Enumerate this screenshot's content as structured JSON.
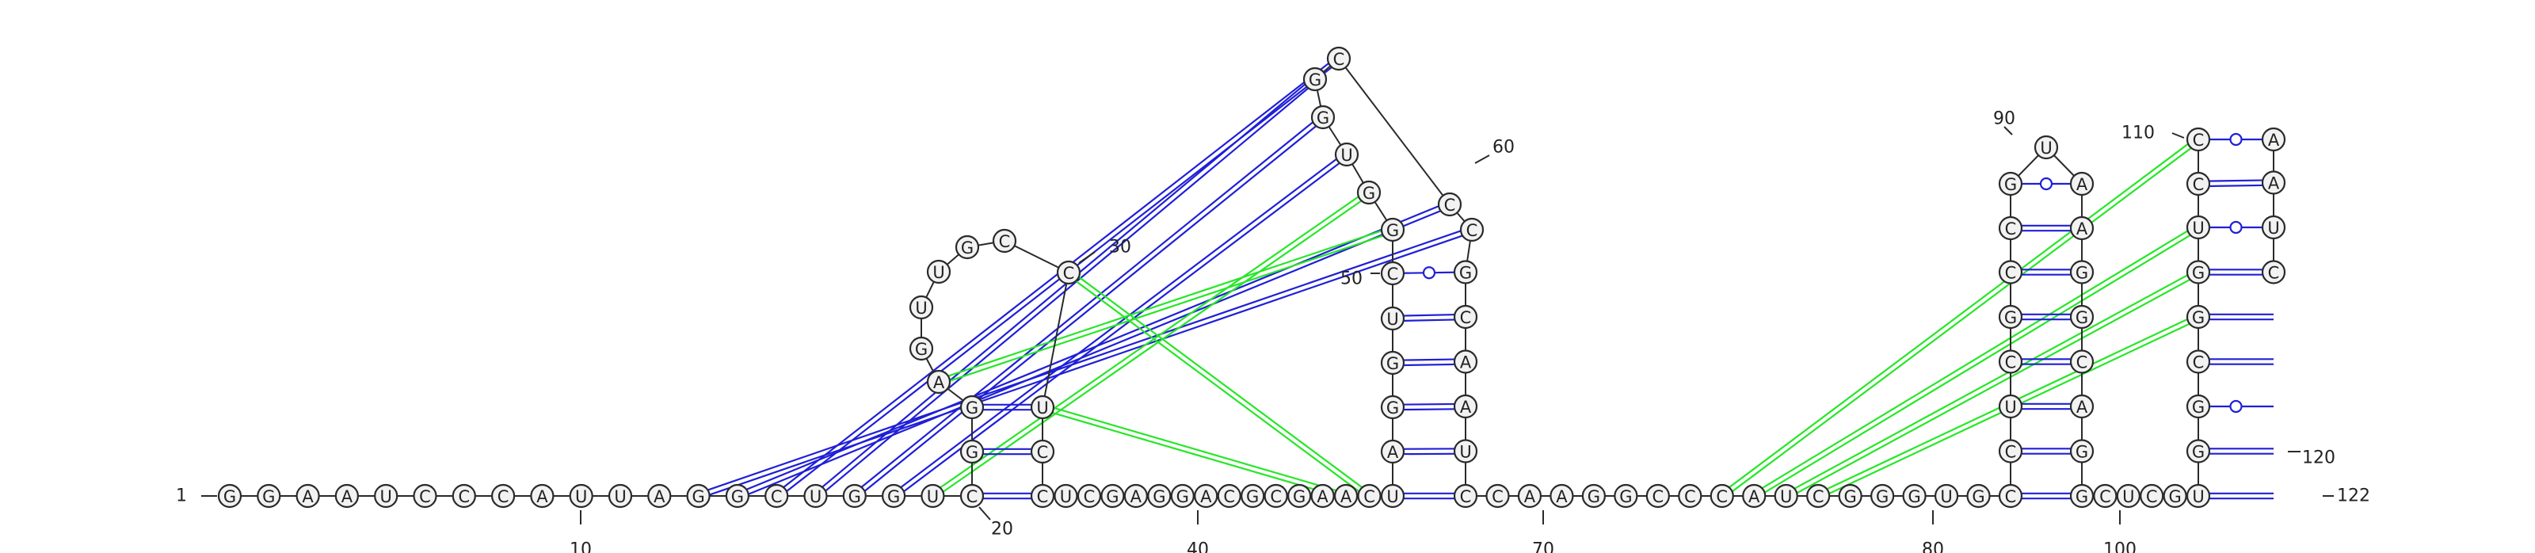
{
  "colors": {
    "canonical": "#1f1fd8",
    "wobble": "#1f1fd8",
    "pseudoknot": "#27e627",
    "blue_pk": "#1f1fd8",
    "backbone": "#2a2a2a",
    "node_fill": "#f2f2f2"
  },
  "sequence": "GGAAUCCCAUUAGGCUGGUCGGAGUUGCCUCCUCGAGGACGCGAACUAGGUCGGUGGCCCGCAAUCCAAGGCCCAUCGGGUGCCUCGCCGUAAGGCAGGCUCGUGGCGGUCCAAUC",
  "number_labels": [
    {
      "n": 1,
      "text": "1"
    },
    {
      "n": 10,
      "text": "10"
    },
    {
      "n": 20,
      "text": "20"
    },
    {
      "n": 30,
      "text": "30"
    },
    {
      "n": 40,
      "text": "40"
    },
    {
      "n": 50,
      "text": "50"
    },
    {
      "n": 60,
      "text": "60"
    },
    {
      "n": 70,
      "text": "70"
    },
    {
      "n": 80,
      "text": "80"
    },
    {
      "n": 90,
      "text": "90"
    },
    {
      "n": 100,
      "text": "100"
    },
    {
      "n": 110,
      "text": "110"
    },
    {
      "n": 120,
      "text": "120"
    },
    {
      "n": 122,
      "text": "122"
    }
  ],
  "pairs": [
    {
      "i": 20,
      "j": 32,
      "type": "canonical"
    },
    {
      "i": 21,
      "j": 31,
      "type": "canonical"
    },
    {
      "i": 22,
      "j": 30,
      "type": "canonical"
    },
    {
      "i": 47,
      "j": 66,
      "type": "canonical"
    },
    {
      "i": 48,
      "j": 65,
      "type": "canonical"
    },
    {
      "i": 49,
      "j": 64,
      "type": "canonical"
    },
    {
      "i": 50,
      "j": 63,
      "type": "canonical"
    },
    {
      "i": 51,
      "j": 62,
      "type": "canonical"
    },
    {
      "i": 52,
      "j": 61,
      "type": "wobble"
    },
    {
      "i": 83,
      "j": 99,
      "type": "canonical"
    },
    {
      "i": 84,
      "j": 98,
      "type": "canonical"
    },
    {
      "i": 85,
      "j": 97,
      "type": "canonical"
    },
    {
      "i": 86,
      "j": 96,
      "type": "canonical"
    },
    {
      "i": 87,
      "j": 95,
      "type": "canonical"
    },
    {
      "i": 88,
      "j": 94,
      "type": "canonical"
    },
    {
      "i": 89,
      "j": 93,
      "type": "canonical"
    },
    {
      "i": 90,
      "j": 92,
      "type": "wobble"
    },
    {
      "i": 104,
      "j": 121,
      "type": "canonical"
    },
    {
      "i": 105,
      "j": 120,
      "type": "canonical"
    },
    {
      "i": 106,
      "j": 119,
      "type": "wobble"
    },
    {
      "i": 107,
      "j": 118,
      "type": "canonical"
    },
    {
      "i": 108,
      "j": 117,
      "type": "canonical"
    },
    {
      "i": 109,
      "j": 116,
      "type": "canonical"
    },
    {
      "i": 110,
      "j": 115,
      "type": "wobble"
    },
    {
      "i": 111,
      "j": 114,
      "type": "canonical"
    },
    {
      "i": 112,
      "j": 113,
      "type": "wobble"
    }
  ],
  "pseudoknots": [
    {
      "i": 13,
      "j": 60,
      "type": "blue_pk"
    },
    {
      "i": 14,
      "j": 59,
      "type": "blue_pk"
    },
    {
      "i": 15,
      "j": 58,
      "type": "blue_pk"
    },
    {
      "i": 16,
      "j": 57,
      "type": "blue_pk"
    },
    {
      "i": 17,
      "j": 56,
      "type": "blue_pk"
    },
    {
      "i": 18,
      "j": 55,
      "type": "blue_pk"
    },
    {
      "i": 19,
      "j": 54,
      "type": "pseudoknot"
    },
    {
      "i": 23,
      "j": 53,
      "type": "pseudoknot"
    },
    {
      "i": 29,
      "j": 46,
      "type": "pseudoknot"
    },
    {
      "i": 30,
      "j": 45,
      "type": "pseudoknot"
    },
    {
      "i": 74,
      "j": 112,
      "type": "pseudoknot"
    },
    {
      "i": 75,
      "j": 110,
      "type": "pseudoknot"
    },
    {
      "i": 76,
      "j": 109,
      "type": "pseudoknot"
    },
    {
      "i": 77,
      "j": 108,
      "type": "pseudoknot"
    }
  ]
}
